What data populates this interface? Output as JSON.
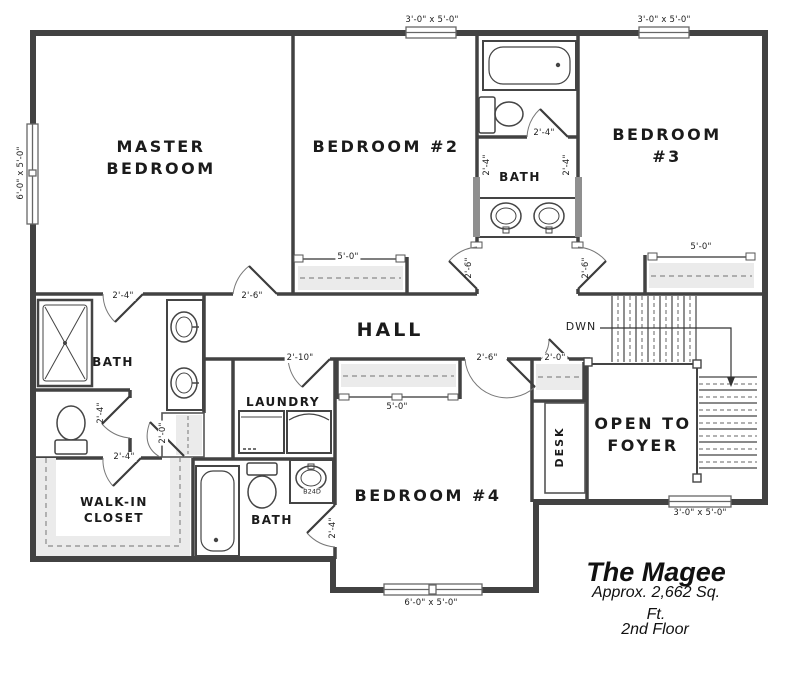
{
  "plan": {
    "rooms": {
      "master_bedroom": {
        "label": "MASTER\nBEDROOM"
      },
      "bedroom2": {
        "label": "BEDROOM #2"
      },
      "bedroom3": {
        "label": "BEDROOM #3"
      },
      "bedroom4": {
        "label": "BEDROOM #4"
      },
      "hall": {
        "label": "HALL"
      },
      "laundry": {
        "label": "LAUNDRY"
      },
      "walk_in_closet": {
        "label": "WALK-IN\nCLOSET"
      },
      "master_bath": {
        "label": "BATH"
      },
      "shared_bath": {
        "label": "BATH"
      },
      "hall_bath": {
        "label": "BATH"
      },
      "open_to_foyer": {
        "label": "OPEN TO\nFOYER"
      },
      "desk": {
        "label": "DESK"
      }
    },
    "annotations": {
      "down": "DWN",
      "sink_model": "B24D"
    },
    "dimensions": {
      "door_2_4": "2'-4\"",
      "door_2_6": "2'-6\"",
      "door_2_0": "2'-0\"",
      "door_2_10": "2'-10\"",
      "closet_5_0": "5'-0\"",
      "window_3x5": "3'-0\" x 5'-0\"",
      "window_6x5": "6'-0\" x 5'-0\""
    }
  },
  "title_block": {
    "plan_name": "The Magee",
    "area": "Approx. 2,662 Sq. Ft.",
    "floor": "2nd Floor"
  },
  "colors": {
    "wall": "#424242",
    "line": "#555555",
    "shelf": "#ebebeb",
    "text": "#141414"
  }
}
